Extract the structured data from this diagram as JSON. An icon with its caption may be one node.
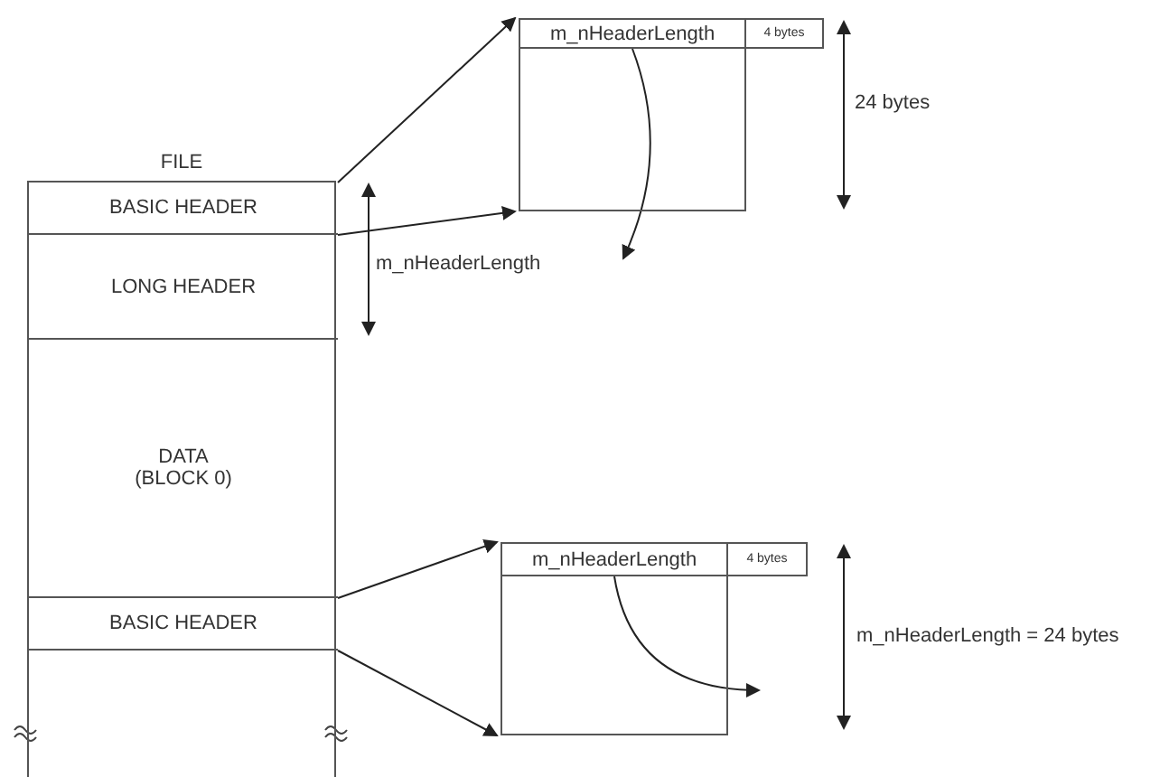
{
  "diagram": {
    "nodes": [
      {
        "text": [
          "FILE"
        ]
      },
      {
        "text": [
          "BASIC HEADER"
        ],
        "in": 0
      },
      {
        "text": [
          "LONG HEADER"
        ],
        "in": 0
      },
      {
        "text": [
          "DATA (BLOCK 0)"
        ],
        "in": 0
      },
      {
        "text": [
          "BASIC HEADER"
        ],
        "in": 0
      },
      {
        "text": [],
        "shape": "box"
      },
      {
        "text": [
          "m_nHeaderLength"
        ],
        "in": 5
      },
      {
        "text": [
          "4 bytes"
        ]
      },
      {
        "text": [],
        "shape": "box"
      },
      {
        "text": [
          "m_nHeaderLength"
        ],
        "in": 8
      },
      {
        "text": [
          "4 bytes"
        ]
      }
    ],
    "edges": [
      {
        "from": 1,
        "to": 5,
        "arrow": "to"
      },
      {
        "from": 1,
        "to": 5,
        "arrow": "to"
      },
      {
        "from": 6,
        "to": null,
        "arrow": "to"
      },
      {
        "from": 4,
        "to": 8,
        "arrow": "to"
      },
      {
        "from": 4,
        "to": 8,
        "arrow": "to"
      },
      {
        "from": 9,
        "to": null,
        "arrow": "to"
      }
    ],
    "labels": [
      "m_nHeaderLength",
      "24 bytes",
      "m_nHeaderLength = 24 bytes"
    ]
  }
}
